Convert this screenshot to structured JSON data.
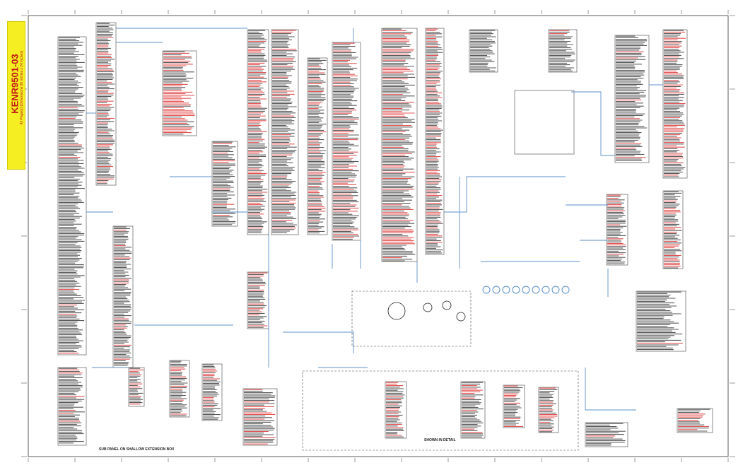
{
  "document": {
    "number": "KENR9501-03",
    "print_note": "42 Page(s) (Dimensions 36 inches x 24 inches)",
    "bottom_label": "SUB PANEL ON SHALLOW EXTENSION BOX",
    "bottom_label_2": "SHOWN IN DETAIL"
  },
  "colors": {
    "tag_background": "#f4ee22",
    "title": "#c21818",
    "wire_blue": "#5b8fc9",
    "wire_red": "#e04040",
    "ink": "#1a1a1a"
  }
}
